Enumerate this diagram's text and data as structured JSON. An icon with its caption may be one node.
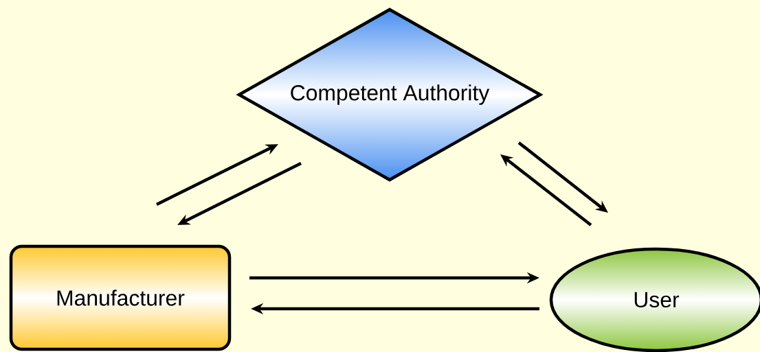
{
  "diagram": {
    "nodes": [
      {
        "text": [
          "Competent Authority"
        ]
      },
      {
        "text": [
          "Manufacturer"
        ]
      },
      {
        "text": [
          "User"
        ]
      }
    ],
    "edges": [
      {
        "from": 1,
        "to": 0,
        "arrow": "to"
      },
      {
        "from": 0,
        "to": 1,
        "arrow": "to"
      },
      {
        "from": 0,
        "to": 2,
        "arrow": "to"
      },
      {
        "from": 2,
        "to": 0,
        "arrow": "to"
      },
      {
        "from": 1,
        "to": 2,
        "arrow": "to"
      },
      {
        "from": 2,
        "to": 1,
        "arrow": "to"
      }
    ]
  }
}
